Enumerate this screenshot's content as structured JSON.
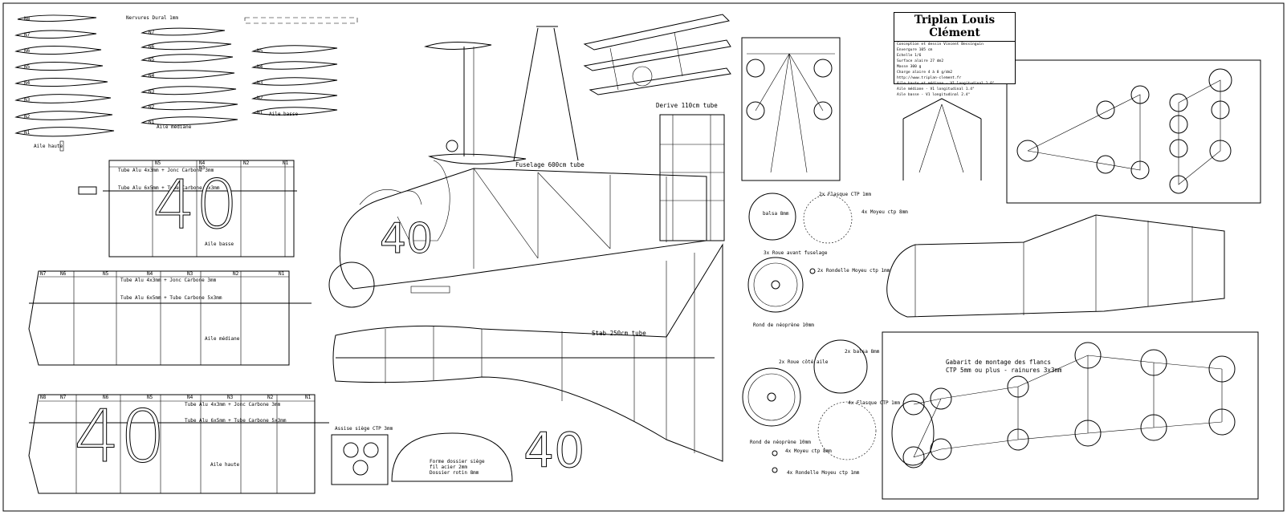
{
  "title": "Triplan Louis Clément",
  "specs": [
    "Conception et dessin Vincent Bessinguin",
    "Envergure 105 cm",
    "Echelle 1/6",
    "Surface alaire 27 dm2",
    "Masse 300 g",
    "Charge alaire 4 à 8 g/dm2",
    "http://www.triplan-clement.fr",
    "Aile haute et médiane - V1 longitudinal 1.0°",
    "Aile médiane - V1 longitudinal 1.4°",
    "Aile basse - V1 longitudinal 2.4°"
  ],
  "ribs": {
    "wing_top": {
      "labels": [
        "N8",
        "N7",
        "N6",
        "N5",
        "N4",
        "N3",
        "N2",
        "N1"
      ],
      "caption": "Aile haute"
    },
    "wing_mid": {
      "heading": "Nervures Dural 1mm",
      "labels": [
        "N7",
        "N6",
        "N5",
        "N4",
        "N3",
        "N2",
        "N1"
      ],
      "caption": "Aile médiane"
    },
    "wing_low": {
      "labels": [
        "N5",
        "N4",
        "N3",
        "N2",
        "N1"
      ],
      "caption": "Aile basse"
    }
  },
  "wings": {
    "low": {
      "caption": "Aile basse",
      "tube1": "Tube Alu 4x3mm + Jonc Carbone 3mm",
      "tube2": "Tube Alu 6x5mm + Tube Carbone 5x3mm",
      "ribs": [
        "N5",
        "N4",
        "N3",
        "N2",
        "N1"
      ],
      "number": "40"
    },
    "mid": {
      "caption": "Aile médiane",
      "tube1": "Tube Alu 4x3mm + Jonc Carbone 3mm",
      "tube2": "Tube Alu 6x5mm + Tube Carbone 5x3mm",
      "ribs": [
        "N7",
        "N6",
        "N5",
        "N4",
        "N3",
        "N2",
        "N1"
      ]
    },
    "top": {
      "caption": "Aile haute",
      "tube1": "Tube Alu 4x3mm + Jonc Carbone 3mm",
      "tube2": "Tube Alu 6x5mm + Tube Carbone 5x3mm",
      "ribs": [
        "N8",
        "N7",
        "N6",
        "N5",
        "N4",
        "N3",
        "N2",
        "N1"
      ],
      "number": "40"
    }
  },
  "labels": {
    "fuselage_tube": "Fuselage 600cm tube",
    "stab_tube": "Stab 250cm tube",
    "derive_tube": "Derive 110cm tube",
    "fuselage_number": "40",
    "side_number": "40",
    "seat_base": "Assise siège CTP 3mm",
    "seat_shell": [
      "Forme dossier siège",
      "fil acier 2mm",
      "Dossier rotin 8mm"
    ]
  },
  "parts": {
    "front_wheel": {
      "disc": "balsa 8mm",
      "flasque": "2x Flasque CTP 1mm",
      "moyeu": "4x Moyeu ctp 8mm",
      "wheel": "3x Roue avant fuselage",
      "rondelle": "2x Rondelle Moyeu ctp 1mm",
      "rim": "Rond de néoprène 10mm"
    },
    "side_wheel": {
      "wheel": "2x Roue côté aile",
      "disc": "2x balsa 8mm",
      "flasque": "4x Flasque CTP 1mm",
      "rim": "Rond de néoprène 10mm",
      "moyeu": "4x Moyeu ctp 8mm",
      "rondelle": "4x Rondelle Moyeu ctp 1mm"
    }
  },
  "jig": {
    "line1": "Gabarit de montage des flancs",
    "line2": "CTP 5mm ou plus - rainures 3x3mm"
  }
}
